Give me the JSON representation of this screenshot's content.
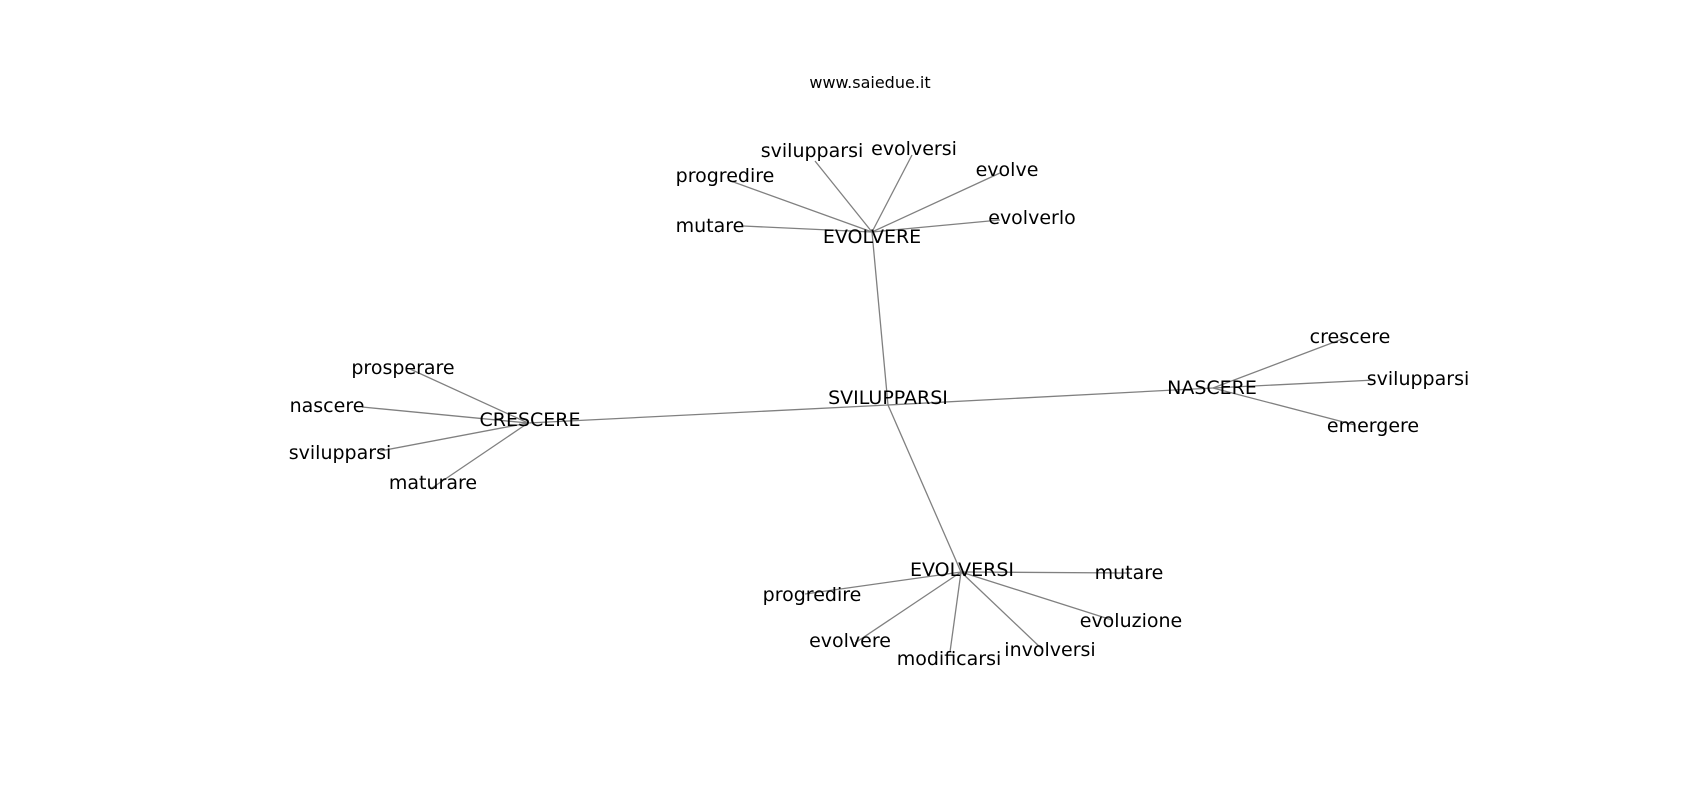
{
  "watermark": "www.saiedue.it",
  "graph": {
    "center": "SVILUPPARSI",
    "clusters": [
      {
        "id": "evolvere",
        "label": "EVOLVERE",
        "neighbors": [
          "svilupparsi",
          "evolversi",
          "progredire",
          "evolve",
          "mutare",
          "evolverlo"
        ]
      },
      {
        "id": "crescere",
        "label": "CRESCERE",
        "neighbors": [
          "prosperare",
          "nascere",
          "svilupparsi",
          "maturare"
        ]
      },
      {
        "id": "nascere",
        "label": "NASCERE",
        "neighbors": [
          "crescere",
          "svilupparsi",
          "emergere"
        ]
      },
      {
        "id": "evolversi",
        "label": "EVOLVERSI",
        "neighbors": [
          "mutare",
          "progredire",
          "evoluzione",
          "evolvere",
          "modificarsi",
          "involversi"
        ]
      }
    ]
  },
  "colors": {
    "edge": "#808080",
    "text": "#000000",
    "background": "#ffffff"
  }
}
